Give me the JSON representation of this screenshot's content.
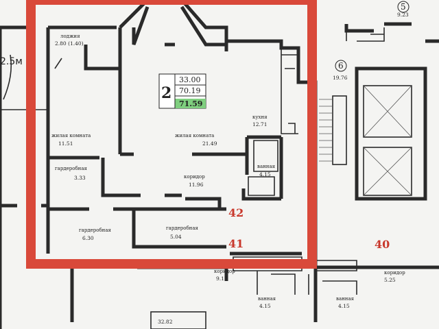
{
  "scale_label": "2.5м",
  "highlight_color": "#d9493a",
  "area_box": {
    "rooms_count": "2",
    "living_area": "33.00",
    "total_area": "70.19",
    "total_with_balcony": "71.59",
    "total_bg_color": "#7fcf7f"
  },
  "rooms": {
    "loggia": {
      "label": "лоджия",
      "area": "2.80 (1.40)"
    },
    "living1": {
      "label": "жилая комната",
      "area": "11.51"
    },
    "living2": {
      "label": "жилая комната",
      "area": "21.49"
    },
    "kitchen": {
      "label": "кухня",
      "area": "12.71"
    },
    "bathroom": {
      "label": "ванная",
      "area": "4.15"
    },
    "corridor": {
      "label": "коридор",
      "area": "11.96"
    },
    "wardrobe1": {
      "label": "гардеробная",
      "area": "3.33"
    },
    "wardrobe2": {
      "label": "гардеробная",
      "area": "6.30"
    },
    "wardrobe3": {
      "label": "гардеробная",
      "area": "5.04"
    },
    "corridor41": {
      "label": "коридор",
      "area": "9.17"
    },
    "bath41": {
      "label": "ванная",
      "area": "4.15"
    },
    "bath40": {
      "label": "ванная",
      "area": "4.15"
    },
    "corridor40": {
      "label": "коридор",
      "area": "5.25"
    },
    "room6": {
      "area": "19.76"
    },
    "room5": {
      "area": "9.23"
    },
    "bottom_area": "32.82"
  },
  "circled": {
    "c5": "5",
    "c6": "6"
  },
  "apartments": {
    "a42": "42",
    "a41": "41",
    "a40": "40"
  }
}
